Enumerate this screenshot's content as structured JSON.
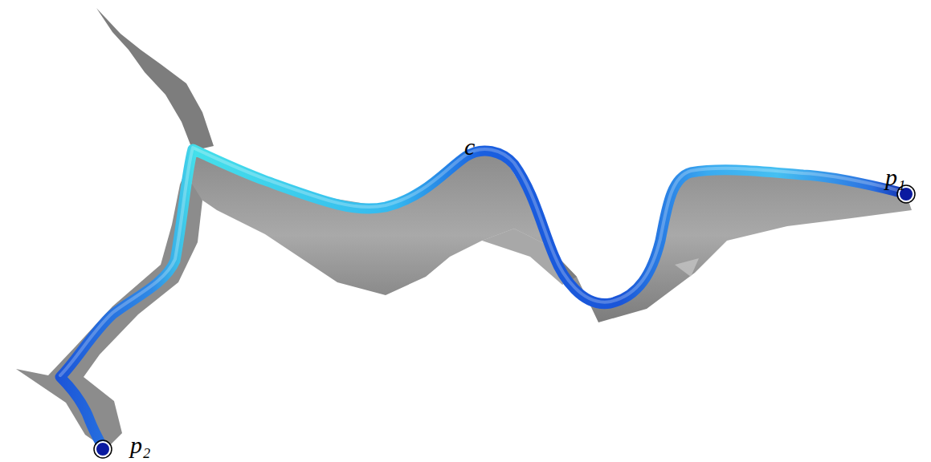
{
  "diagram": {
    "labels": [
      "c",
      "p₁",
      "p₂"
    ]
  }
}
